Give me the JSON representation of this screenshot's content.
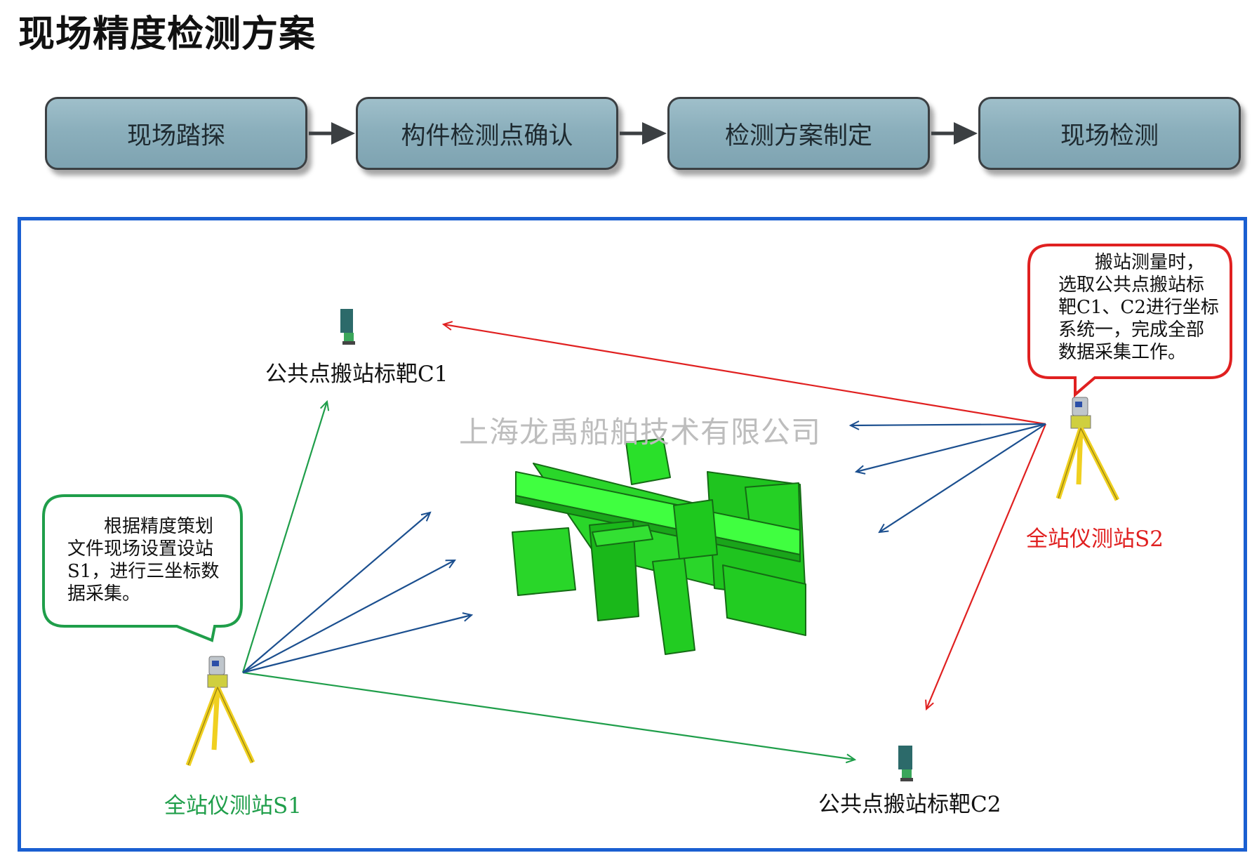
{
  "title": "现场精度检测方案",
  "flow_steps": [
    {
      "label": "现场踏探"
    },
    {
      "label": "构件检测点确认"
    },
    {
      "label": "检测方案制定"
    },
    {
      "label": "现场检测"
    }
  ],
  "diagram": {
    "target_c1_label": "公共点搬站标靶C1",
    "target_c2_label": "公共点搬站标靶C2",
    "station_s1_label": "全站仪测站S1",
    "station_s2_label": "全站仪测站S2",
    "watermark": "上海龙禹船舶技术有限公司",
    "bubble_s1": "　　根据精度策划\n文件现场设置设站\nS1，进行三坐标数\n据采集。",
    "bubble_s2": "　　搬站测量时，\n选取公共点搬站标\n靶C1、C2进行坐标\n系统一，完成全部\n数据采集工作。",
    "colors": {
      "s1_arrows": "#1f9e4a",
      "s2_arrows": "#e02020",
      "measure_arrows": "#1b4f8f",
      "panel_border": "#1a5fd1",
      "structure": "#22e022"
    }
  }
}
